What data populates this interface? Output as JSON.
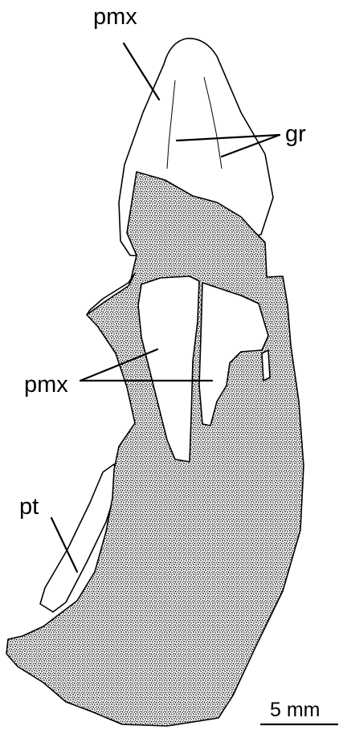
{
  "labels": {
    "pmx_top": "pmx",
    "gr": "gr",
    "pmx_mid": "pmx",
    "pt": "pt"
  },
  "scale_bar": {
    "label": "5 mm"
  },
  "colors": {
    "matrix": "#9a9a9a",
    "bone": "#ffffff",
    "ink": "#000000"
  }
}
